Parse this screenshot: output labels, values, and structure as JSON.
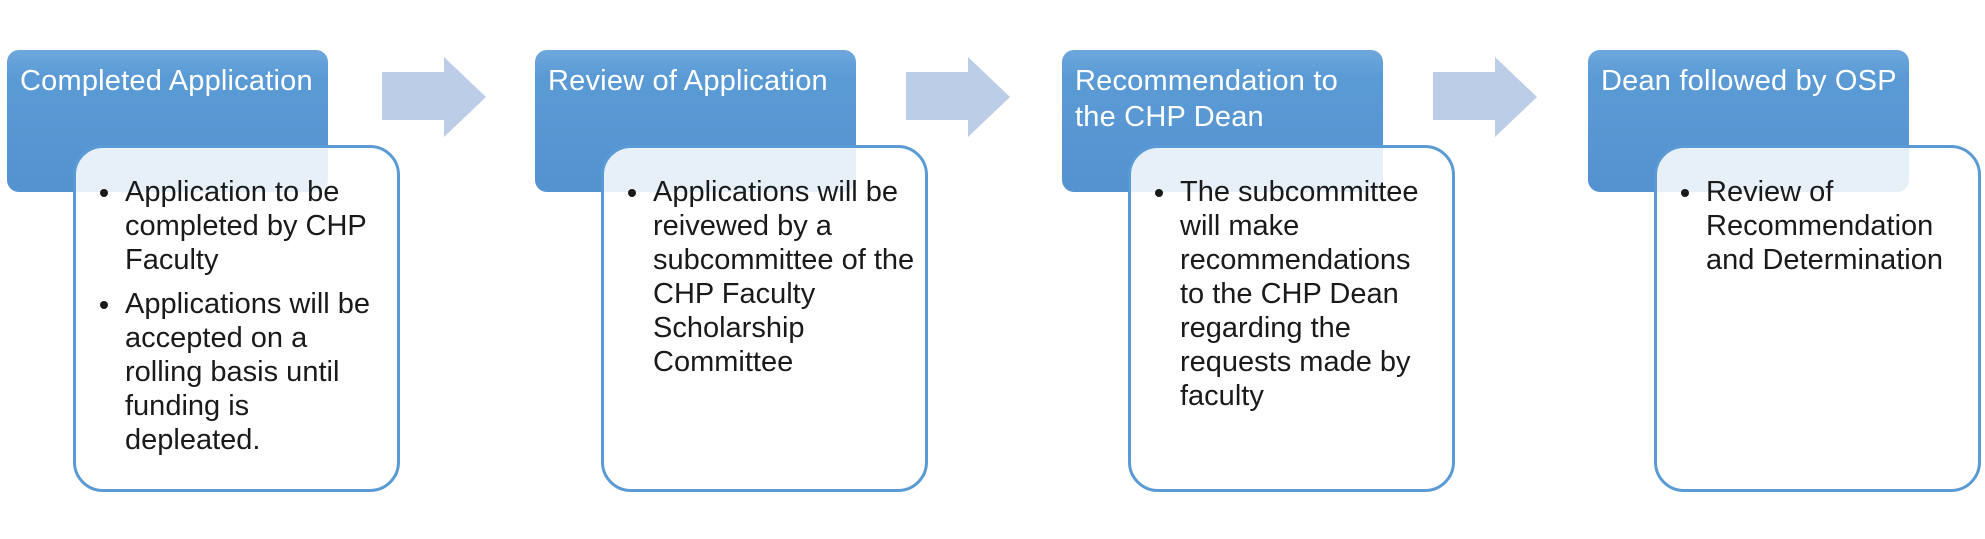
{
  "diagram": {
    "type": "process-flow",
    "background": "#ffffff",
    "colors": {
      "step_header_fill": "#5b9bd5",
      "step_header_text": "#ffffff",
      "body_border": "#5b9bd5",
      "body_fill": "rgba(255,255,255,0.86)",
      "body_overlap_tint": "#e8f1f9",
      "body_text": "#1a1a1a",
      "arrow_fill": "#bccde8"
    },
    "steps": [
      {
        "title": "Completed Application",
        "bullets": [
          "Application to be completed by CHP Faculty",
          "Applications will be accepted on a rolling basis until funding is depleated."
        ]
      },
      {
        "title": "Review of Application",
        "bullets": [
          "Applications will be reivewed by a subcommittee of the CHP Faculty Scholarship Committee"
        ]
      },
      {
        "title": "Recommendation to the CHP Dean",
        "bullets": [
          "The subcommittee will make recommendations to the CHP Dean regarding the requests made by faculty"
        ]
      },
      {
        "title": "Dean followed by OSP",
        "bullets": [
          "Review of Recommendation and Determination"
        ]
      }
    ],
    "connectors": {
      "shape": "right-block-arrow",
      "count": 3
    }
  }
}
